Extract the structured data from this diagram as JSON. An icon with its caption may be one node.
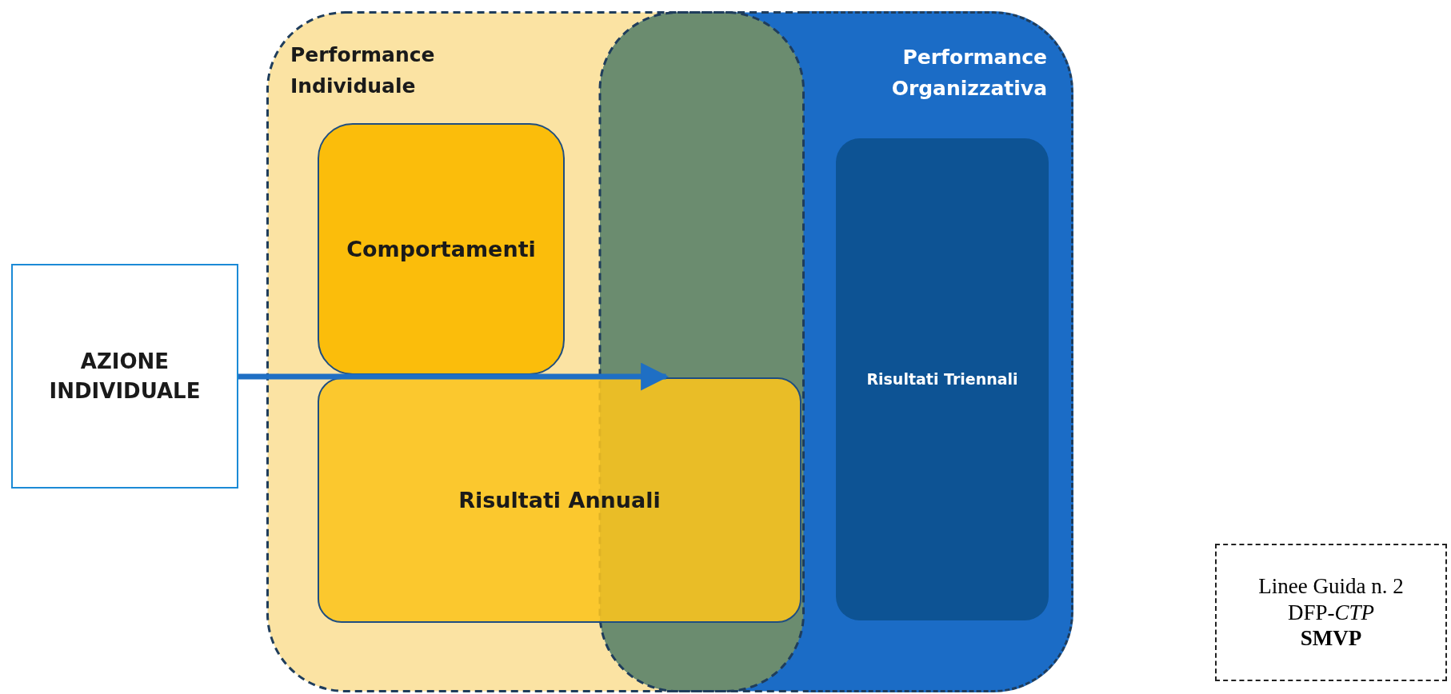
{
  "diagram": {
    "nodes": [
      {
        "text": [
          "Performance Individuale"
        ]
      },
      {
        "text": [
          "Performance Organizzativa"
        ]
      },
      {
        "text": [
          "Comportamenti"
        ],
        "in": 0
      },
      {
        "text": [
          "Risultati Annuali"
        ],
        "in": 0
      },
      {
        "text": [
          "Risultati Triennali"
        ],
        "in": 1
      },
      {
        "text": [
          "AZIONE INDIVIDUALE"
        ]
      },
      {
        "text": [
          "Linee Guida n. 2",
          "DFP-*CTP*",
          "SMVP"
        ]
      }
    ],
    "edges": [
      {
        "from": 5,
        "to": 3,
        "arrow": "to"
      }
    ]
  }
}
